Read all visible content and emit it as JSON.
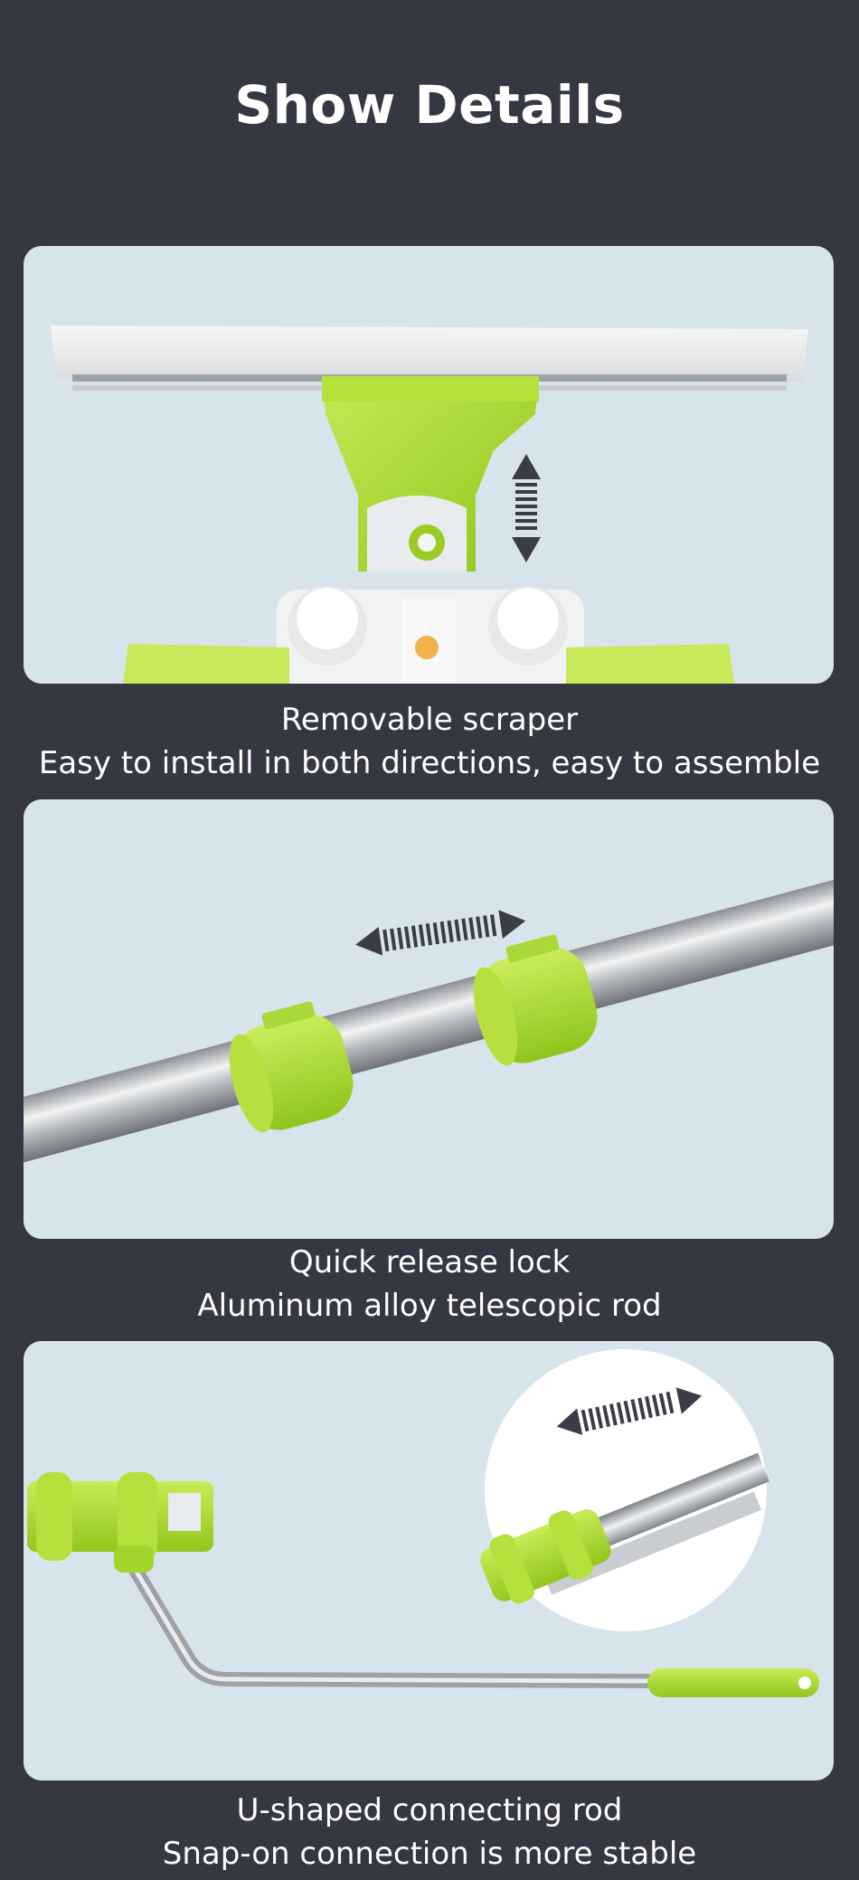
{
  "page": {
    "title": "Show Details"
  },
  "sections": [
    {
      "name": "scraper",
      "caption_line1": "Removable scraper",
      "caption_line2": "Easy to install in both directions, easy to assemble"
    },
    {
      "name": "lock",
      "caption_line1": "Quick release lock",
      "caption_line2": "Aluminum alloy telescopic rod"
    },
    {
      "name": "rod",
      "caption_line1": "U-shaped connecting rod",
      "caption_line2": "Snap-on connection is more stable"
    }
  ],
  "colors": {
    "background": "#353742",
    "panel": "#d8e4ec",
    "accent_green": "#a6d92e",
    "metal": "#b9bdc2",
    "arrow": "#3a3d47"
  },
  "icons": [
    "double-arrow-vertical-icon",
    "double-arrow-horizontal-icon"
  ]
}
